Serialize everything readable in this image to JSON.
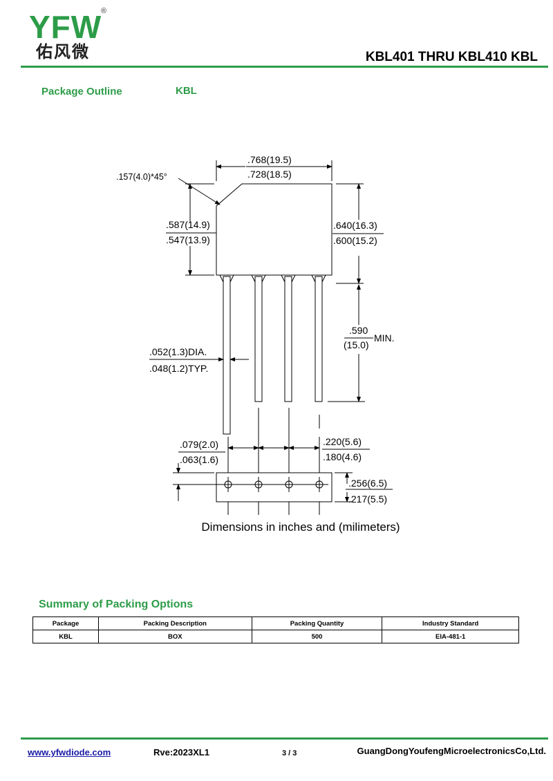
{
  "header": {
    "logo_text": "YFW",
    "logo_registered": "®",
    "logo_chinese": "佑风微",
    "title": "KBL401 THRU KBL410  KBL"
  },
  "outline": {
    "section_label": "Package Outline",
    "package_name": "KBL",
    "dims": {
      "width_max": ".768(19.5)",
      "width_min": ".728(18.5)",
      "chamfer": ".157(4.0)*45°",
      "left_height_max": ".587(14.9)",
      "left_height_min": ".547(13.9)",
      "right_height_max": ".640(16.3)",
      "right_height_min": ".600(15.2)",
      "lead_length_in": ".590",
      "lead_length_mm": "(15.0)",
      "lead_length_suffix": "MIN.",
      "lead_dia_max": ".052(1.3)DIA.",
      "lead_dia_min": ".048(1.2)TYP.",
      "pitch_left_max": ".079(2.0)",
      "pitch_left_min": ".063(1.6)",
      "pitch_max": ".220(5.6)",
      "pitch_min": ".180(4.6)",
      "bottom_height_max": ".256(6.5)",
      "bottom_height_min": ".217(5.5)"
    },
    "caption": "Dimensions in inches and (milimeters)"
  },
  "packing": {
    "section_label": "Summary of Packing Options",
    "headers": [
      "Package",
      "Packing Description",
      "Packing Quantity",
      "Industry Standard"
    ],
    "rows": [
      [
        "KBL",
        "BOX",
        "500",
        "EIA-481-1"
      ]
    ]
  },
  "footer": {
    "website": "www.yfwdiode.com",
    "revision": "Rve:2023XL1",
    "page": "3 / 3",
    "company": "GuangDongYoufengMicroelectronicsCo,Ltd."
  },
  "colors": {
    "accent": "#2d9c48",
    "link": "#1a1aa8"
  }
}
